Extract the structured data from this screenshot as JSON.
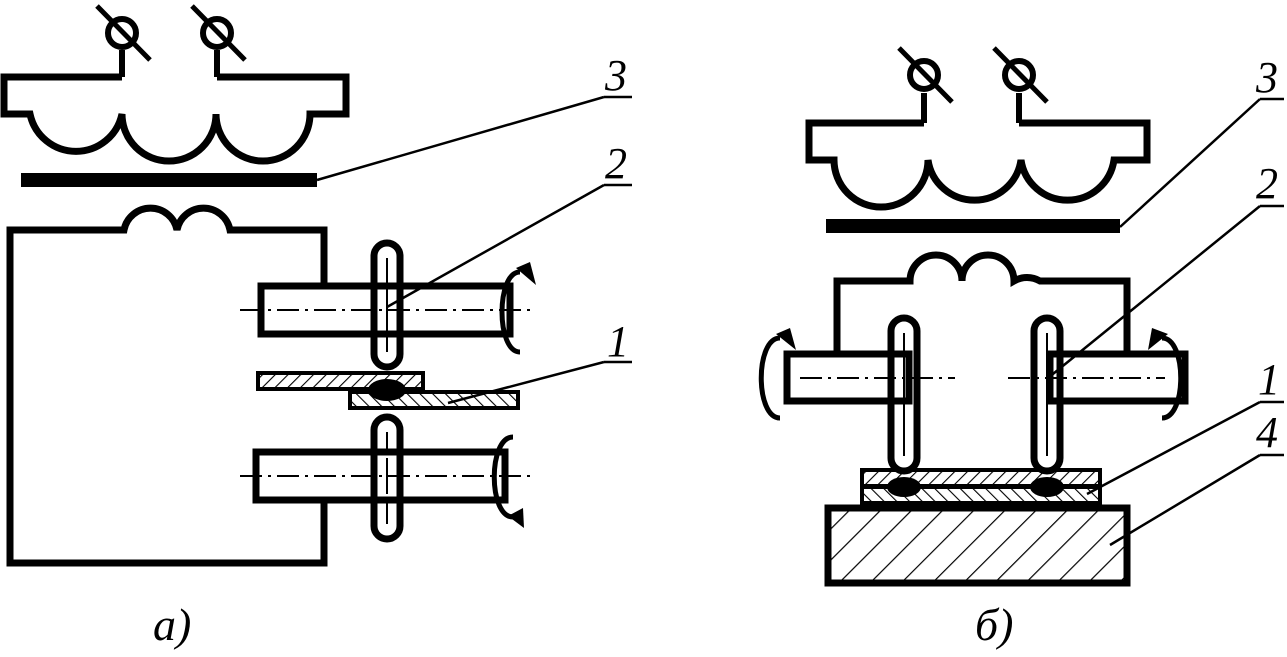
{
  "figure": {
    "part_a": {
      "caption": "а)",
      "labels": {
        "core": "3",
        "roller": "2",
        "workpiece": "1"
      }
    },
    "part_b": {
      "caption": "б)",
      "labels": {
        "core": "3",
        "roller": "2",
        "workpiece": "1",
        "support": "4"
      }
    }
  }
}
